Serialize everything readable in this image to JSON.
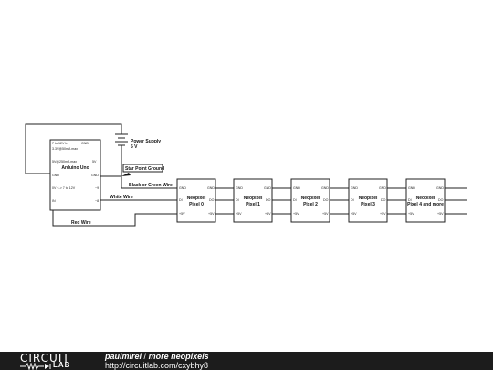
{
  "schematic": {
    "arduino": {
      "name": "Arduino Uno",
      "pins_left": [
        "7 to 12V In",
        "3.3V@50mA max",
        "5V@250mA max",
        "GND",
        "0V <-> 7 to 12V",
        "IN"
      ],
      "pins_right": [
        "GND",
        "5V",
        "GND",
        "~9",
        "~8"
      ]
    },
    "power_supply": {
      "label_line1": "Power Supply",
      "label_line2": "5 V"
    },
    "ground_label": "Star Point Ground",
    "wires": {
      "black_green": "Black or Green Wire",
      "white": "White Wire",
      "red": "Red Wire"
    },
    "neopixels": [
      {
        "name_line1": "Neopixel",
        "name_line2": "Pixel 0"
      },
      {
        "name_line1": "Neopixel",
        "name_line2": "Pixel 1"
      },
      {
        "name_line1": "Neopixel",
        "name_line2": "Pixel 2"
      },
      {
        "name_line1": "Neopixel",
        "name_line2": "Pixel 3"
      },
      {
        "name_line1": "Neopixel",
        "name_line2": "Pixel 4 and more"
      }
    ],
    "pixel_pins": {
      "gnd": "GND",
      "din": "DI",
      "dout": "DO",
      "vplus": "+5V"
    }
  },
  "footer": {
    "logo_top": "CIRCUIT",
    "logo_bottom": "LAB",
    "author": "paulmirel",
    "separator": "/",
    "project": "more neopixels",
    "url": "http://circuitlab.com/cxybhy8"
  }
}
